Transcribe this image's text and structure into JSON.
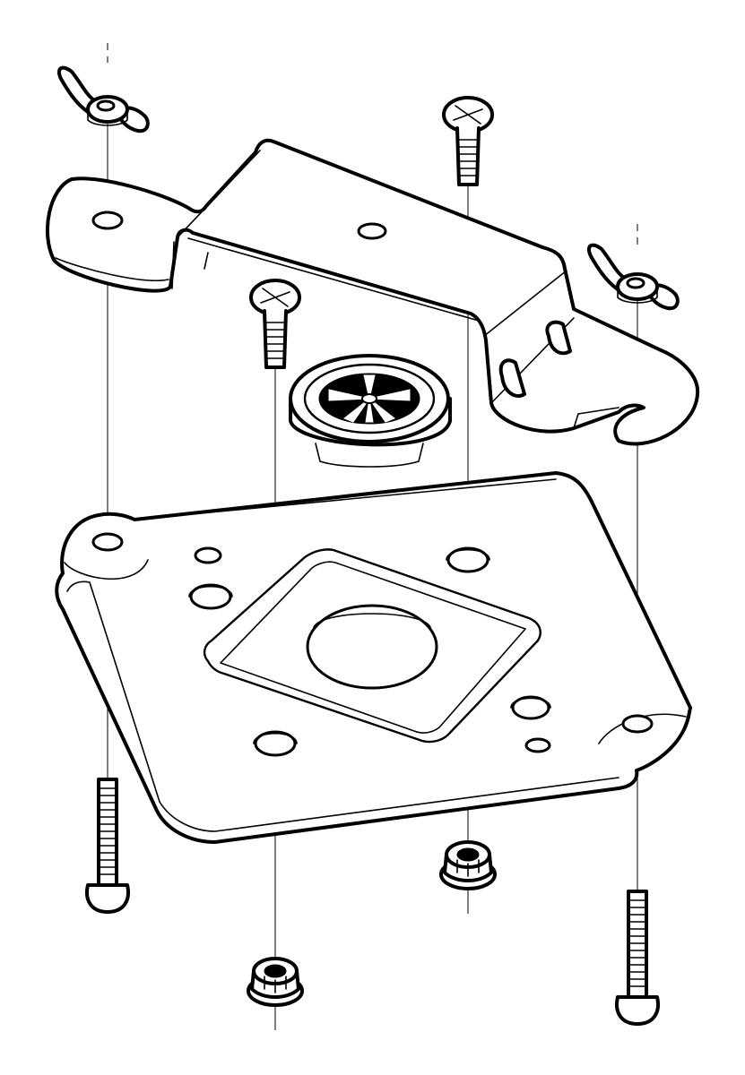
{
  "diagram": {
    "kind": "exploded-assembly-line-drawing",
    "line_color": "#000000",
    "background": "#ffffff",
    "components": [
      {
        "id": "wing-nut",
        "count": 2
      },
      {
        "id": "countersunk-screw",
        "count": 2
      },
      {
        "id": "u-bracket",
        "count": 1
      },
      {
        "id": "cable-grommet",
        "count": 1
      },
      {
        "id": "mounting-plate",
        "count": 1
      },
      {
        "id": "flange-nut",
        "count": 2
      },
      {
        "id": "pan-head-bolt",
        "count": 2
      }
    ],
    "alignment_axes": 4
  }
}
